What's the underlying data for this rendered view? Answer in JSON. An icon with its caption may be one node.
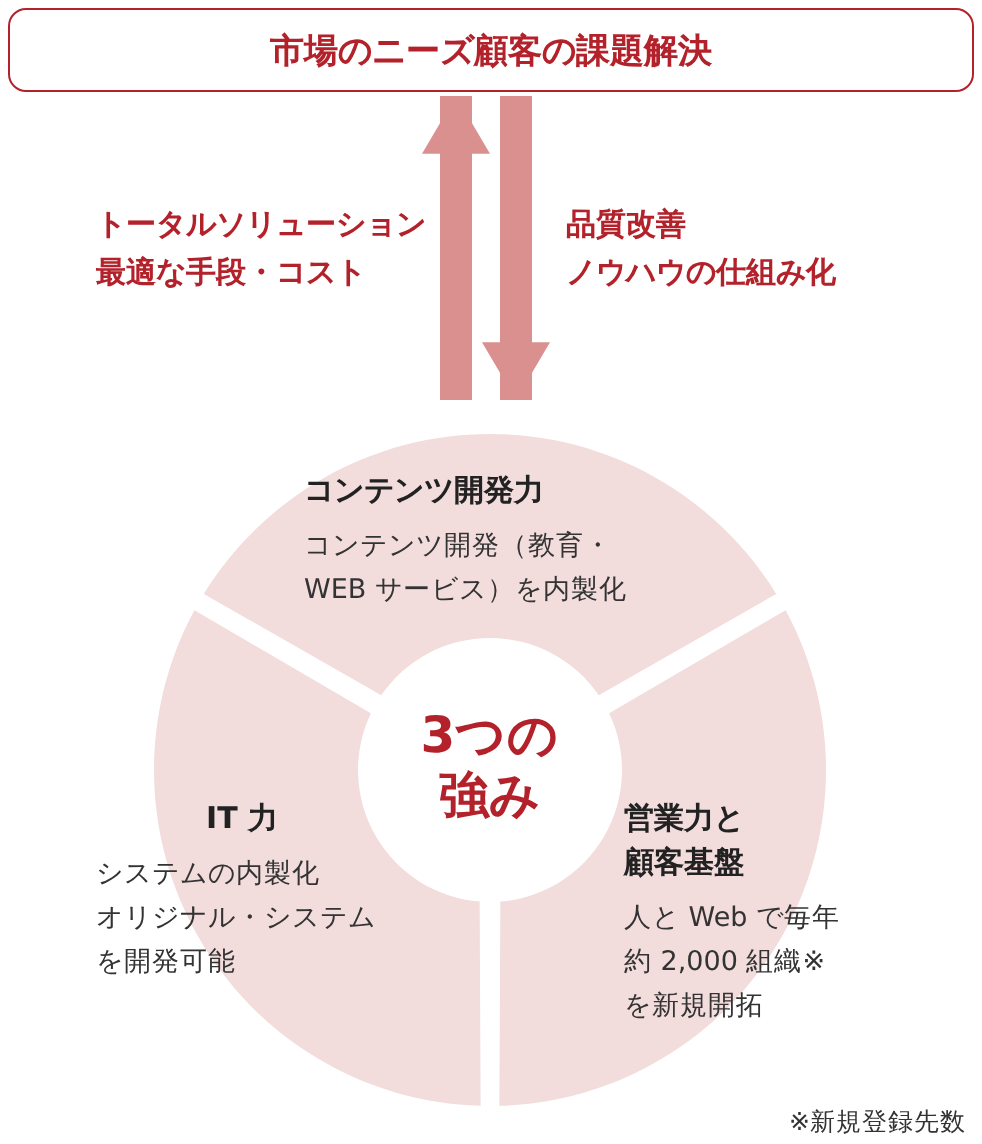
{
  "diagram": {
    "nodes": [
      {
        "text": [
          "市場のニーズ顧客の課題解決"
        ]
      },
      {
        "text": [
          "3つの強み"
        ]
      },
      {
        "text": [
          "コンテンツ開発力",
          "コンテンツ開発（教育・WEB サービス）を内製化"
        ],
        "in": 1
      },
      {
        "text": [
          "IT 力",
          "システムの内製化オリジナル・システムを開発可能"
        ],
        "in": 1
      },
      {
        "text": [
          "営業力と顧客基盤",
          "人と Web で毎年約 2,000 組織※を新規開拓"
        ],
        "in": 1
      }
    ],
    "edges": [
      {
        "from": 1,
        "to": 0,
        "arrow": "to",
        "label": "トータルソリューション最適な手段・コスト"
      },
      {
        "from": 0,
        "to": 1,
        "arrow": "to",
        "label": "品質改善ノウハウの仕組み化"
      }
    ],
    "labels": [
      "※新規登録先数"
    ]
  }
}
